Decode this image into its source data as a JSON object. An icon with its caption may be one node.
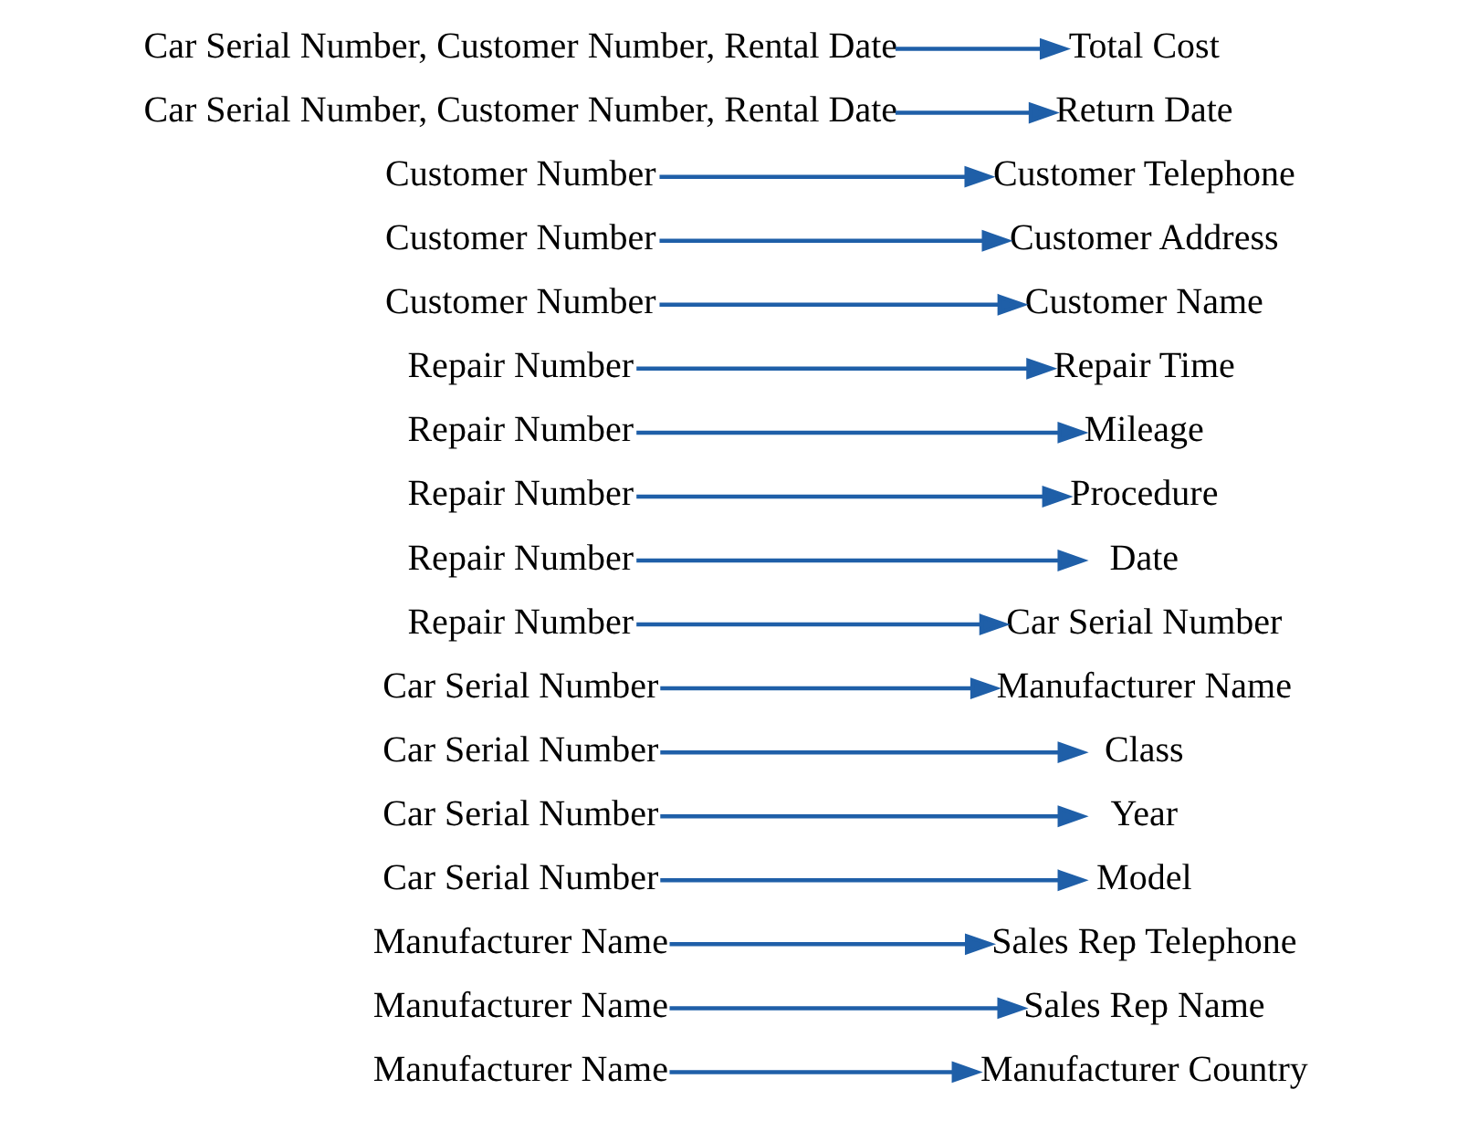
{
  "diagram": {
    "nodes": [
      {
        "text": [
          "Manufacturer Name"
        ]
      },
      {
        "text": [
          "Manufacturer Country"
        ]
      },
      {
        "text": [
          "Manufacturer Name"
        ]
      },
      {
        "text": [
          "Sales Rep Name"
        ]
      },
      {
        "text": [
          "Manufacturer Name"
        ]
      },
      {
        "text": [
          "Sales Rep Telephone"
        ]
      },
      {
        "text": [
          "Car Serial Number"
        ]
      },
      {
        "text": [
          "Model"
        ]
      },
      {
        "text": [
          "Car Serial Number"
        ]
      },
      {
        "text": [
          "Year"
        ]
      },
      {
        "text": [
          "Car Serial Number"
        ]
      },
      {
        "text": [
          "Class"
        ]
      },
      {
        "text": [
          "Car Serial Number"
        ]
      },
      {
        "text": [
          "Manufacturer Name"
        ]
      },
      {
        "text": [
          "Repair Number"
        ]
      },
      {
        "text": [
          "Car Serial Number"
        ]
      },
      {
        "text": [
          "Repair Number"
        ]
      },
      {
        "text": [
          "Date"
        ]
      },
      {
        "text": [
          "Repair Number"
        ]
      },
      {
        "text": [
          "Procedure"
        ]
      },
      {
        "text": [
          "Repair Number"
        ]
      },
      {
        "text": [
          "Mileage"
        ]
      },
      {
        "text": [
          "Repair Number"
        ]
      },
      {
        "text": [
          "Repair Time"
        ]
      },
      {
        "text": [
          "Customer Number"
        ]
      },
      {
        "text": [
          "Customer Name"
        ]
      },
      {
        "text": [
          "Customer Number"
        ]
      },
      {
        "text": [
          "Customer Address"
        ]
      },
      {
        "text": [
          "Customer Number"
        ]
      },
      {
        "text": [
          "Customer Telephone"
        ]
      },
      {
        "text": [
          "Car Serial Number, Customer Number, Rental Date"
        ]
      },
      {
        "text": [
          "Return Date"
        ]
      },
      {
        "text": [
          "Car Serial Number, Customer Number, Rental Date"
        ]
      },
      {
        "text": [
          "Total Cost"
        ]
      }
    ],
    "edges": [
      {
        "from": 0,
        "to": 1,
        "arrow": "to"
      },
      {
        "from": 2,
        "to": 3,
        "arrow": "to"
      },
      {
        "from": 4,
        "to": 5,
        "arrow": "to"
      },
      {
        "from": 6,
        "to": 7,
        "arrow": "to"
      },
      {
        "from": 8,
        "to": 9,
        "arrow": "to"
      },
      {
        "from": 10,
        "to": 11,
        "arrow": "to"
      },
      {
        "from": 12,
        "to": 13,
        "arrow": "to"
      },
      {
        "from": 14,
        "to": 15,
        "arrow": "to"
      },
      {
        "from": 16,
        "to": 17,
        "arrow": "to"
      },
      {
        "from": 18,
        "to": 19,
        "arrow": "to"
      },
      {
        "from": 20,
        "to": 21,
        "arrow": "to"
      },
      {
        "from": 22,
        "to": 23,
        "arrow": "to"
      },
      {
        "from": 24,
        "to": 25,
        "arrow": "to"
      },
      {
        "from": 26,
        "to": 27,
        "arrow": "to"
      },
      {
        "from": 28,
        "to": 29,
        "arrow": "to"
      },
      {
        "from": 30,
        "to": 31,
        "arrow": "to"
      },
      {
        "from": 32,
        "to": 33,
        "arrow": "to"
      }
    ]
  }
}
